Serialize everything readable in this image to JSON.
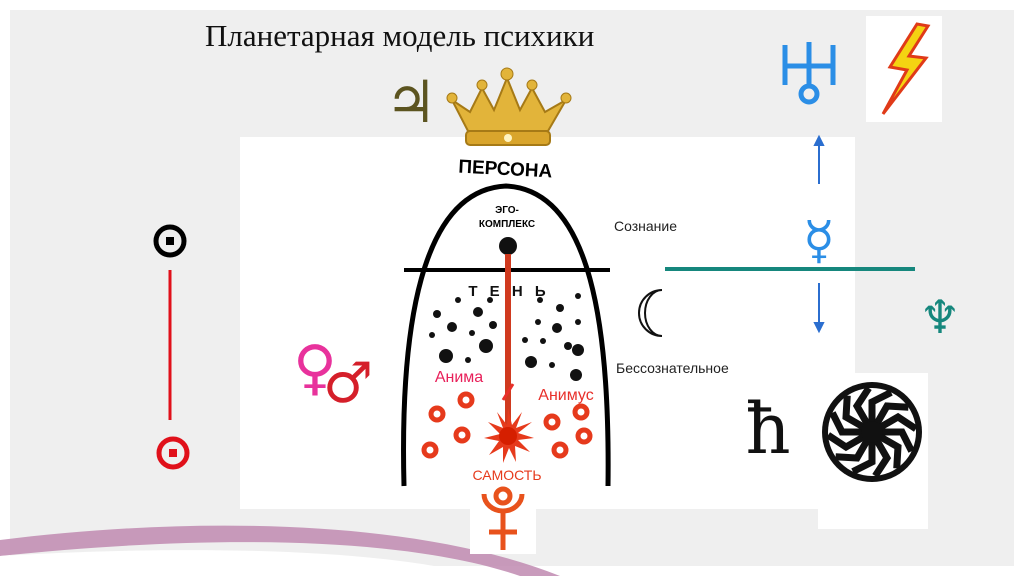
{
  "slide": {
    "title": "Планетарная модель психики"
  },
  "diagram": {
    "persona_label": "ПЕРСОНА",
    "ego_label_line1": "ЭГО-",
    "ego_label_line2": "КОМПЛЕКС",
    "consciousness_label": "Сознание",
    "shadow_label": "Т Е Н Ь",
    "anima_label": "Анима",
    "animus_label": "Анимус",
    "self_label": "САМОСТЬ",
    "unconscious_label": "Бессознательное"
  },
  "symbols": {
    "jupiter": "♃",
    "mercury": "☿",
    "neptune": "♆",
    "venus": "♀",
    "mars": "♂",
    "saturn": "ħ",
    "pluto": "♇"
  },
  "colors": {
    "slide_background": "#efefef",
    "persona_line": "#000000",
    "self_axis": "#d03a1f",
    "anima": "#e8205a",
    "animus": "#e8302a",
    "self_rings": "#e63a1c",
    "consciousness_line": "#16877d",
    "uranus_mercury_blue": "#2b8ee6",
    "neptune_teal": "#16877d",
    "venus_pink": "#e8329c",
    "mars_red": "#d51f2a",
    "crown_gold": "#e2b43a",
    "lightning_yellow": "#f4d312",
    "lightning_red": "#e03a18",
    "left_axis_red": "#e0101a",
    "pluto_orange": "#e8521c"
  }
}
